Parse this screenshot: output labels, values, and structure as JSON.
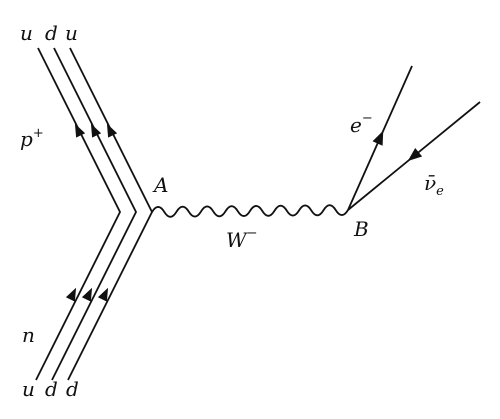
{
  "quarks_top": [
    "u",
    "d",
    "u"
  ],
  "quarks_bottom": [
    "u",
    "d",
    "d"
  ],
  "proton": {
    "base": "p",
    "sup": "+"
  },
  "neutron": "n",
  "vertex_a": "A",
  "vertex_b": "B",
  "w_boson": {
    "base": "W",
    "sup": "−"
  },
  "electron": {
    "base": "e",
    "sup": "−"
  },
  "antineutrino": {
    "base": "ν̄",
    "sub": "e"
  }
}
